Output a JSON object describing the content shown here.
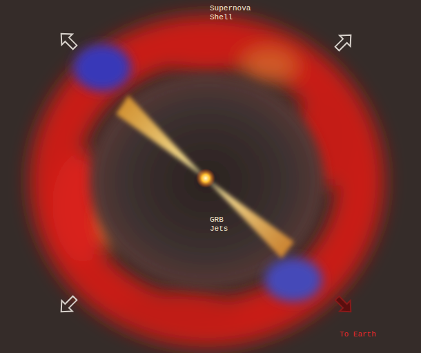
{
  "diagram": {
    "labels": [
      "Supernova Shell",
      "GRB Jets",
      "To Earth"
    ]
  }
}
